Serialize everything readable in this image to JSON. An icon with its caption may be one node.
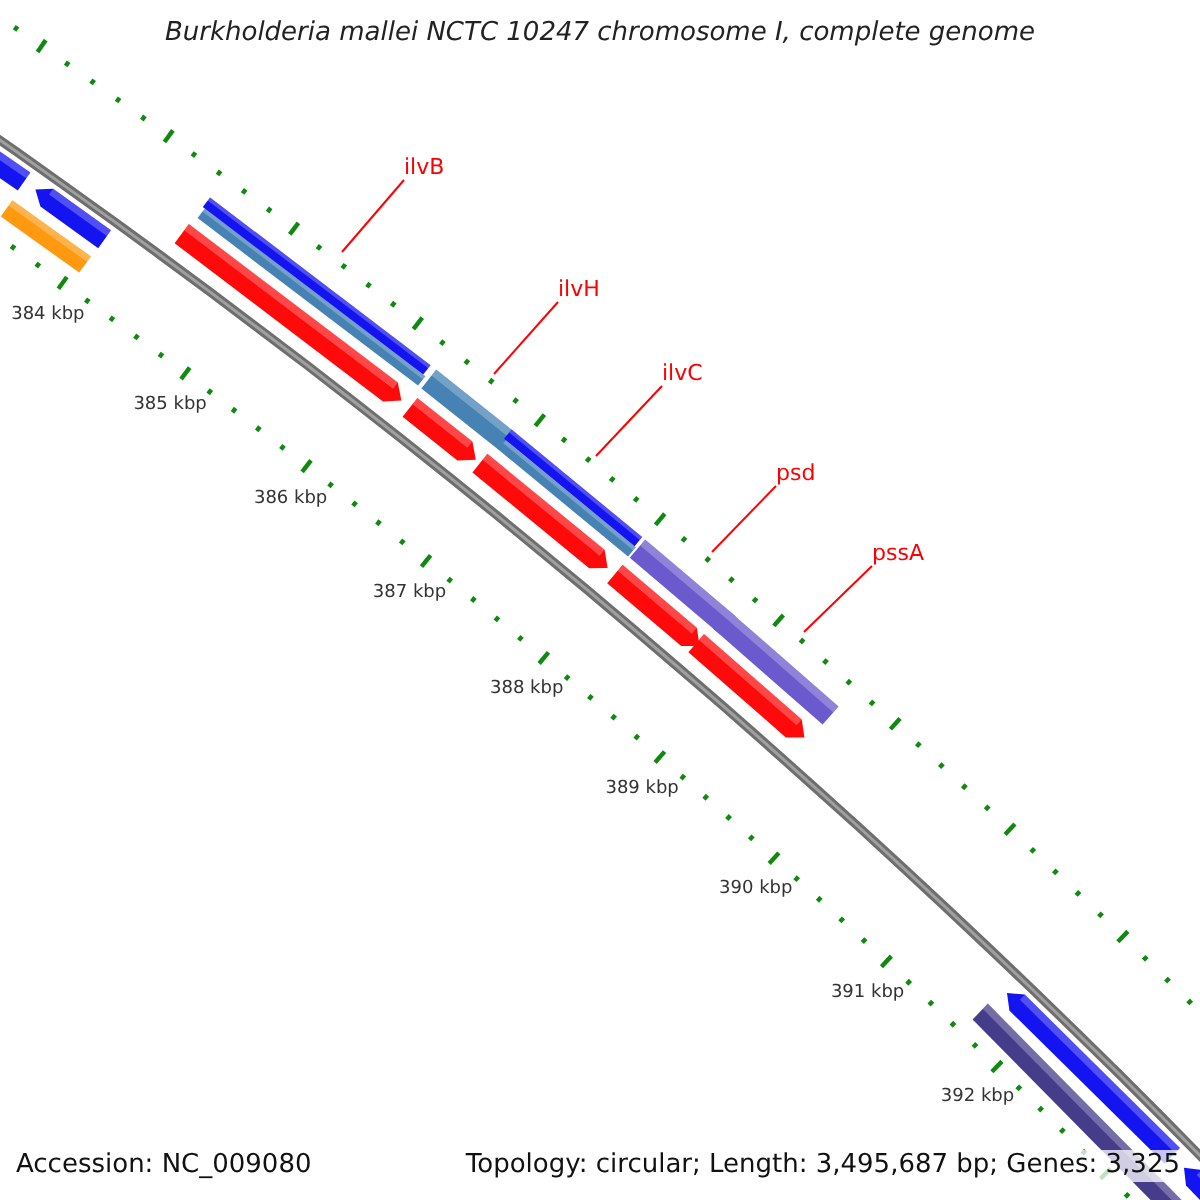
{
  "diagram": {
    "title": "Burkholderia mallei NCTC 10247 chromosome I, complete genome",
    "nodes": [
      {
        "text": [
          "ilvB"
        ]
      },
      {
        "text": [
          "ilvH"
        ]
      },
      {
        "text": [
          "ilvC"
        ]
      },
      {
        "text": [
          "psd"
        ]
      },
      {
        "text": [
          "pssA"
        ]
      },
      {
        "text": [],
        "shape": "bar"
      },
      {
        "text": [],
        "shape": "bar"
      },
      {
        "text": [],
        "shape": "bar"
      },
      {
        "text": [],
        "shape": "bar"
      },
      {
        "text": [],
        "shape": "bar"
      }
    ],
    "edges": [
      {
        "from": 0,
        "to": 5,
        "arrow": "none"
      },
      {
        "from": 1,
        "to": 6,
        "arrow": "none"
      },
      {
        "from": 2,
        "to": 7,
        "arrow": "none"
      },
      {
        "from": 3,
        "to": 8,
        "arrow": "none"
      },
      {
        "from": 4,
        "to": 9,
        "arrow": "none"
      }
    ],
    "labels": [
      "384 kbp",
      "385 kbp",
      "386 kbp",
      "387 kbp",
      "388 kbp",
      "389 kbp",
      "390 kbp",
      "391 kbp",
      "392 kbp",
      "Accession: NC_009080",
      "Topology: circular; Length: 3,495,687 bp; Genes: 3,325"
    ]
  }
}
